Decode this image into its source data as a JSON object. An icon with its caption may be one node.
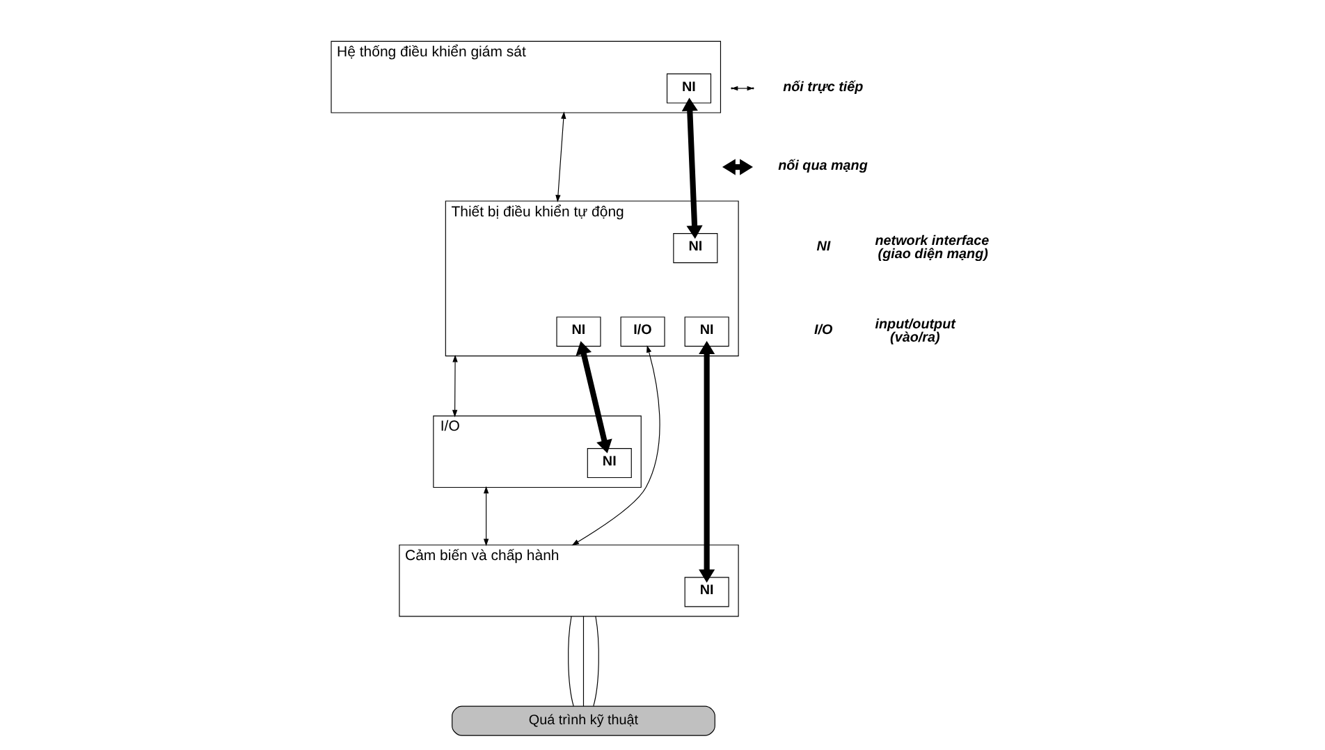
{
  "diagram": {
    "nodes": [
      {
        "text": [
          "Hệ thống điều khiển giám sát"
        ]
      },
      {
        "text": [
          "NI"
        ],
        "in": 0
      },
      {
        "text": [
          "Thiết bị điều khiển tự động"
        ]
      },
      {
        "text": [
          "NI"
        ],
        "in": 2
      },
      {
        "text": [
          "NI"
        ],
        "in": 2
      },
      {
        "text": [
          "I/O"
        ],
        "in": 2
      },
      {
        "text": [
          "NI"
        ],
        "in": 2
      },
      {
        "text": [
          "I/O"
        ]
      },
      {
        "text": [
          "NI"
        ],
        "in": 7
      },
      {
        "text": [
          "Cảm biến và chấp hành"
        ]
      },
      {
        "text": [
          "NI"
        ],
        "in": 9
      },
      {
        "text": [
          "Quá trình kỹ thuật"
        ]
      }
    ],
    "edges": [
      {
        "from": 0,
        "to": 2,
        "arrow": "both"
      },
      {
        "from": 1,
        "to": 3,
        "arrow": "both",
        "style": "thick"
      },
      {
        "from": 2,
        "to": 7,
        "arrow": "both"
      },
      {
        "from": 4,
        "to": 8,
        "arrow": "both",
        "style": "thick"
      },
      {
        "from": 5,
        "to": 9,
        "arrow": "both"
      },
      {
        "from": 7,
        "to": 9,
        "arrow": "both"
      },
      {
        "from": 6,
        "to": 10,
        "arrow": "both",
        "style": "thick"
      },
      {
        "from": 9,
        "to": 11,
        "arrow": "none"
      },
      {
        "from": 9,
        "to": 11,
        "arrow": "none"
      },
      {
        "from": 9,
        "to": 11,
        "arrow": "none"
      }
    ],
    "labels": [
      "NI",
      "network interface (giao diện mạng)",
      "I/O",
      "input/output (vào/ra)"
    ],
    "legend": [
      {
        "text": "nối trực tiếp"
      },
      {
        "text": "nối qua mạng"
      }
    ]
  }
}
